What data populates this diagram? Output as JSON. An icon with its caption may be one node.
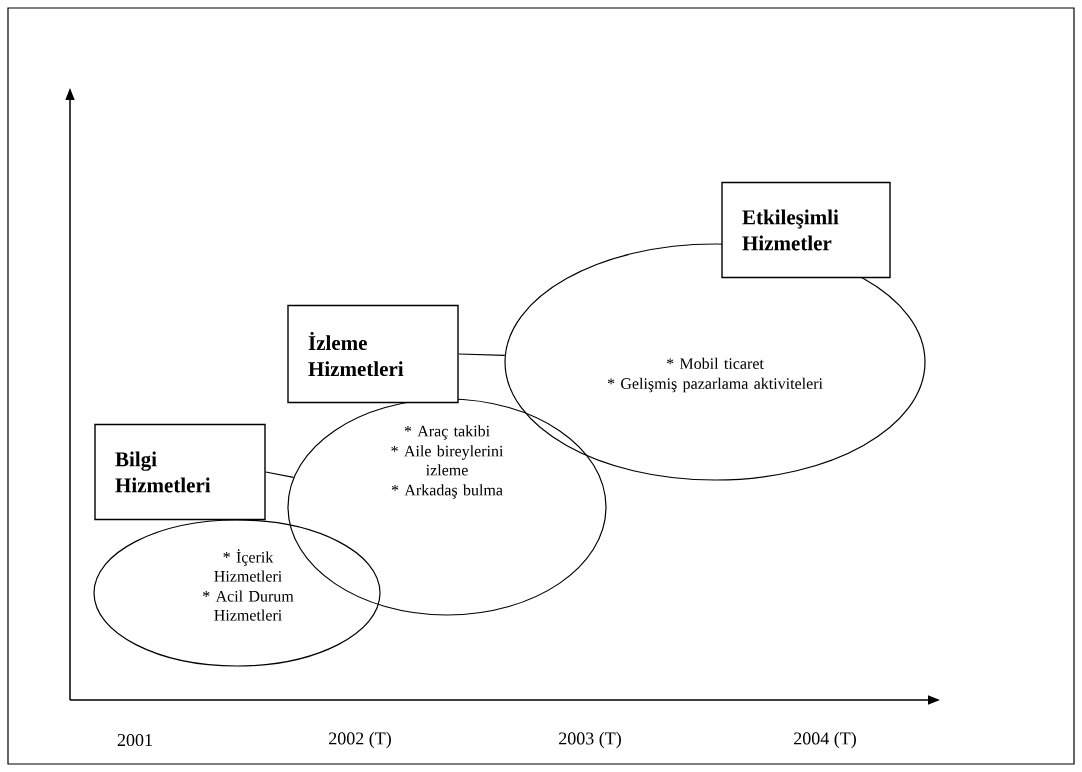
{
  "diagram": {
    "nodes": [
      {
        "text": [
          "Bilgi Hizmetleri"
        ]
      },
      {
        "text": [
          "* İçerik Hizmetleri",
          "* Acil Durum Hizmetleri"
        ]
      },
      {
        "text": [
          "İzleme Hizmetleri"
        ]
      },
      {
        "text": [
          "* Araç takibi",
          "* Aile bireylerini izleme",
          "* Arkadaş bulma"
        ]
      },
      {
        "text": [
          "Etkileşimli Hizmetler"
        ]
      },
      {
        "text": [
          "* Mobil ticaret",
          "* Gelişmiş pazarlama aktiviteleri"
        ]
      }
    ],
    "edges": [
      {
        "from": 0,
        "to": 3,
        "arrow": "none"
      },
      {
        "from": 2,
        "to": 5,
        "arrow": "none"
      }
    ],
    "labels": [
      "2001",
      "2002 (T)",
      "2003 (T)",
      "2004 (T)"
    ]
  }
}
